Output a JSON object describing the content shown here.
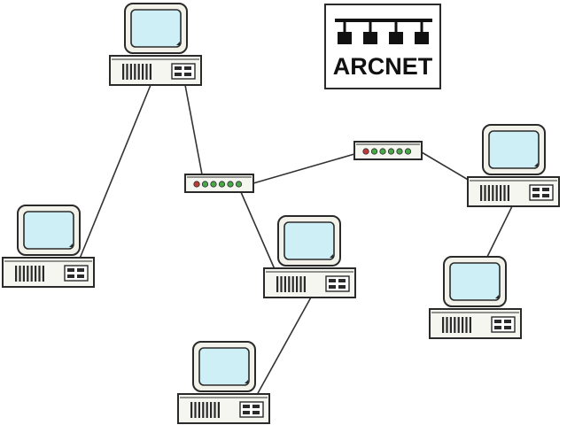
{
  "logo": {
    "text": "ARCNET",
    "icon": "bus-topology-icon"
  },
  "colors": {
    "screen": "#cfeff7",
    "bezel": "#f2f2ea",
    "case": "#f6f6f0",
    "outline": "#2a2a2a",
    "led_green": "#4aa84a",
    "led_red": "#c03a3a",
    "cable": "#333333"
  },
  "devices": [
    {
      "id": "pc-top",
      "kind": "computer"
    },
    {
      "id": "pc-left",
      "kind": "computer"
    },
    {
      "id": "pc-center",
      "kind": "computer"
    },
    {
      "id": "pc-bottom",
      "kind": "computer"
    },
    {
      "id": "pc-right-top",
      "kind": "computer"
    },
    {
      "id": "pc-right-bottom",
      "kind": "computer"
    },
    {
      "id": "hub-left",
      "kind": "hub"
    },
    {
      "id": "hub-right",
      "kind": "hub"
    }
  ],
  "connections": [
    [
      "pc-top",
      "pc-left"
    ],
    [
      "pc-top",
      "hub-left"
    ],
    [
      "hub-left",
      "pc-center"
    ],
    [
      "hub-left",
      "hub-right"
    ],
    [
      "hub-right",
      "pc-right-top"
    ],
    [
      "pc-right-top",
      "pc-right-bottom"
    ],
    [
      "pc-center",
      "pc-bottom"
    ]
  ]
}
